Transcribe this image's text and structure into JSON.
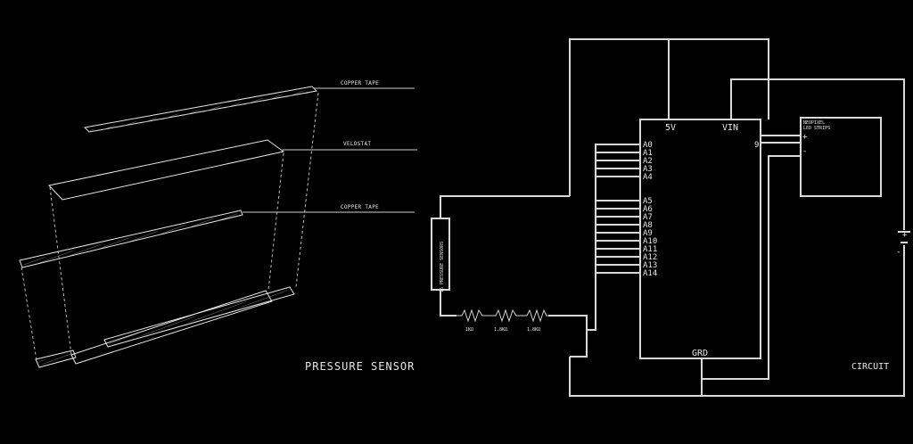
{
  "sensor": {
    "layer_top_label": "COPPER TAPE",
    "layer_mid_label": "VELOSTAT",
    "layer_bottom_label": "COPPER TAPE",
    "title": "PRESSURE SENSOR"
  },
  "circuit": {
    "title": "CIRCUIT",
    "power_5v": "5V",
    "power_vin": "VIN",
    "ground": "GRD",
    "pins_top": [
      "A0",
      "A1",
      "A2",
      "A3",
      "A4"
    ],
    "pins_bottom": [
      "A5",
      "A6",
      "A7",
      "A8",
      "A9",
      "A10",
      "A11",
      "A12",
      "A13",
      "A14"
    ],
    "sensor_block": "16 PRESSURE SENSORS",
    "resistors": [
      "1KΩ",
      "1.8KΩ",
      "1.8KΩ"
    ],
    "neopixel_line1": "NEOPIXEL",
    "neopixel_line2": "LED STRIPS",
    "neopixel_plus": "+",
    "neopixel_minus": "-",
    "data_pin": "9",
    "battery_plus": "+",
    "battery_minus": "-"
  },
  "colors": {
    "background": "#000000",
    "line": "#e6e6e6"
  }
}
